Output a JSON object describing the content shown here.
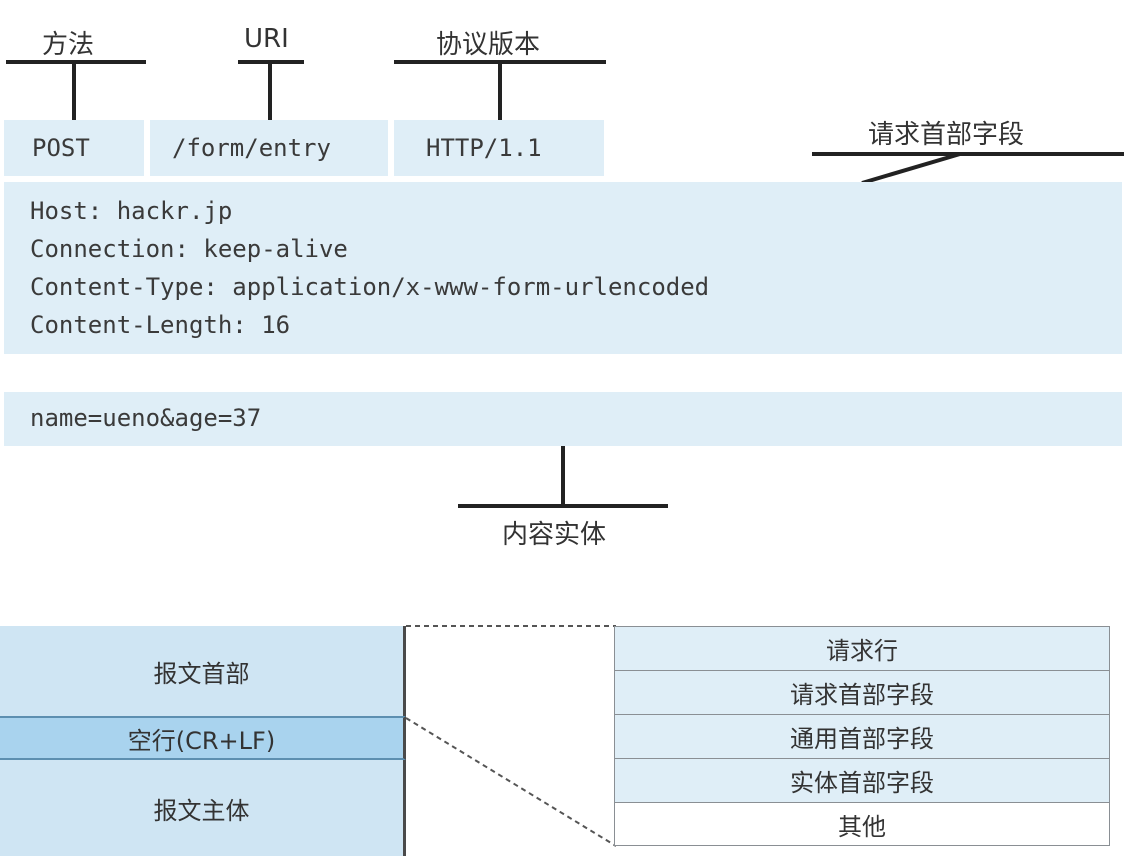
{
  "top": {
    "method_label": "方法",
    "uri_label": "URI",
    "version_label": "协议版本",
    "method_value": "POST",
    "uri_value": "/form/entry",
    "version_value": "HTTP/1.1",
    "request_header_label": "请求首部字段",
    "headers": [
      "Host: hackr.jp",
      "Connection: keep-alive",
      "Content-Type: application/x-www-form-urlencoded",
      "Content-Length: 16"
    ],
    "body": "name=ueno&age=37",
    "entity_label": "内容实体"
  },
  "bottom": {
    "left": [
      "报文首部",
      "空行(CR+LF)",
      "报文主体"
    ],
    "right": [
      "请求行",
      "请求首部字段",
      "通用首部字段",
      "实体首部字段",
      "其他"
    ]
  },
  "colors": {
    "light_blue": "#dfeef7",
    "mid_blue": "#cfe5f3",
    "accent_blue": "#a9d3ee",
    "line": "#222222"
  }
}
